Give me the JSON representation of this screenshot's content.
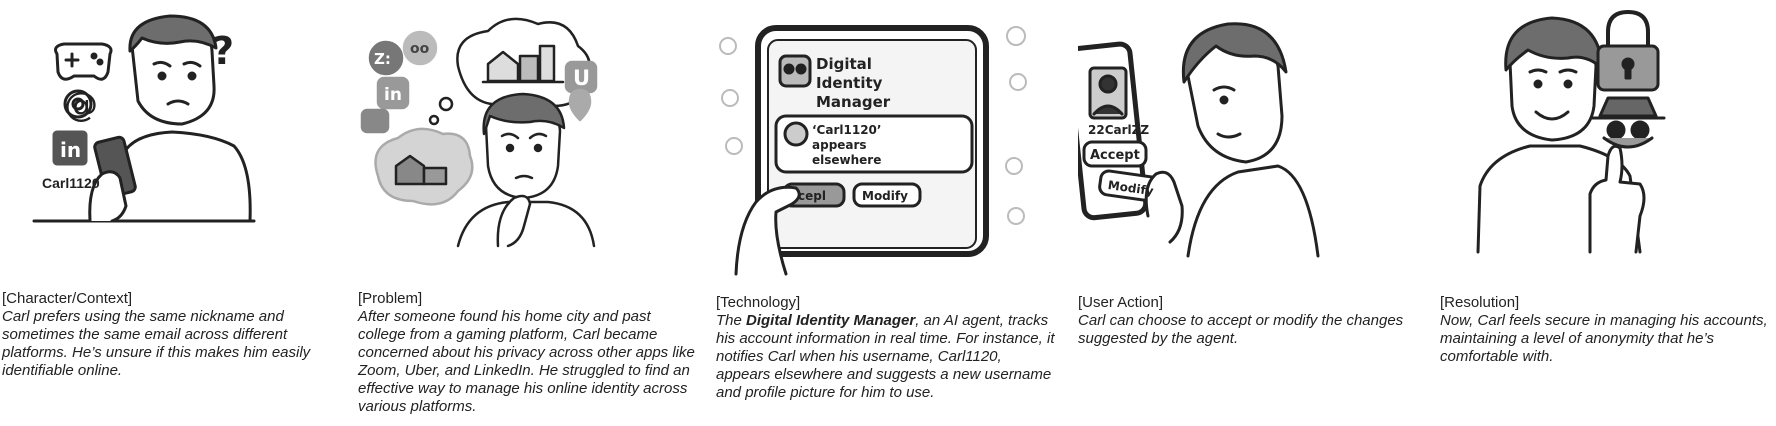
{
  "panels": [
    {
      "label": "[Character/Context]",
      "text": "Carl prefers using the same nickname and sometimes the same email across different platforms. He’s unsure if this makes him easily identifiable online.",
      "illustration": {
        "username": "Carl1120",
        "question_mark": "?",
        "at_sign": "@",
        "linkedin": "in"
      }
    },
    {
      "label": "[Problem]",
      "text": "After someone found his home city and past college from a gaming platform, Carl became concerned about his privacy across other apps like Zoom, Uber, and LinkedIn. He struggled to find an effective way to manage his online identity across various platforms.",
      "illustration": {
        "z_logo": "Z:",
        "oo_logo": "oo",
        "in_logo": "in",
        "u_logo": "U"
      }
    },
    {
      "label": "[Technology]",
      "text_pre": "The ",
      "text_bold": "Digital Identity Manager",
      "text_post": ", an AI agent, tracks his account information in real time. For instance, it notifies Carl when his username, Carl1120, appears elsewhere and suggests a new username and profile picture for him to use.",
      "illustration": {
        "app_title_1": "Digital",
        "app_title_2": "Identity",
        "app_title_3": "Manager",
        "notice_1": "‘Carl1120’",
        "notice_2": "appears",
        "notice_3": "elsewhere",
        "accept_btn": "cepl",
        "modify_btn": "Modify"
      }
    },
    {
      "label": "[User Action]",
      "text": "Carl can choose to accept or modify the changes suggested by the agent.",
      "illustration": {
        "new_username": "22CarlZZ",
        "accept_btn": "Accept",
        "modify_btn": "Modify"
      }
    },
    {
      "label": "[Resolution]",
      "text": "Now, Carl feels secure in managing his accounts, maintaining a level of anonymity that he’s comfortable with.",
      "illustration": {}
    }
  ]
}
